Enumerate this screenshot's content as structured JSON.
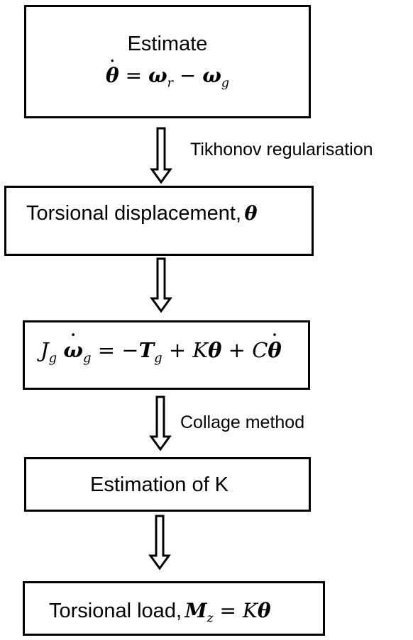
{
  "box1": {
    "title": "Estimate"
  },
  "box2": {
    "text": "Torsional displacement,"
  },
  "box4": {
    "text": "Estimation of K"
  },
  "box5": {
    "text": "Torsional load,"
  },
  "labels": {
    "tikhonov": "Tikhonov regularisation",
    "collage": "Collage method"
  }
}
